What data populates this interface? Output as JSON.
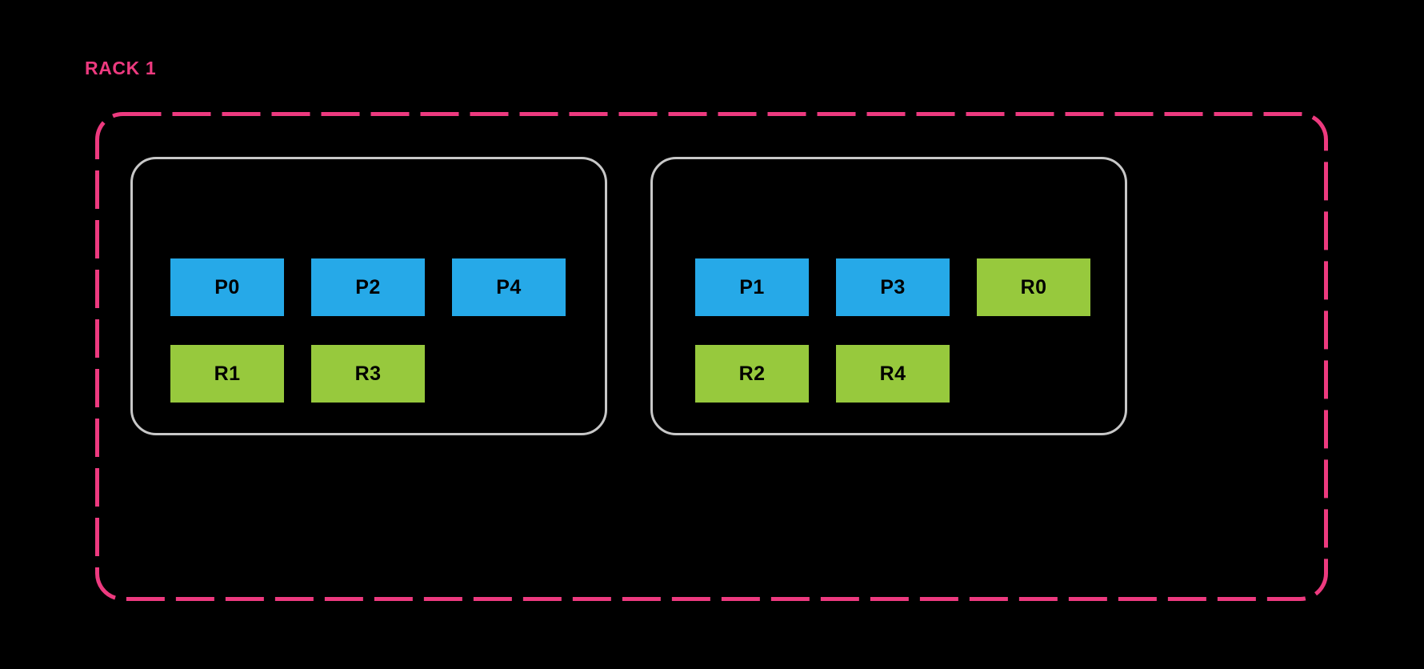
{
  "diagram": {
    "title": "RACK 1",
    "title_color": "#ED3A7F",
    "background_color": "#000000",
    "boundary": {
      "name": "rack-boundary",
      "style": "dashed",
      "color": "#ED3A7F",
      "stroke_width": 5,
      "dash_length": 48,
      "dash_gap": 14,
      "corner_radius": 34
    },
    "legend_colors": {
      "primary": "#26A9E8",
      "replica": "#97C93D",
      "node_border": "#C8C8C8"
    },
    "nodes": [
      {
        "id": "node-left",
        "rows": [
          {
            "kind": "primary",
            "chips": [
              {
                "label": "P0",
                "kind": "primary"
              },
              {
                "label": "P2",
                "kind": "primary"
              },
              {
                "label": "P4",
                "kind": "primary"
              }
            ]
          },
          {
            "kind": "replica",
            "chips": [
              {
                "label": "R1",
                "kind": "replica"
              },
              {
                "label": "R3",
                "kind": "replica"
              }
            ]
          }
        ]
      },
      {
        "id": "node-right",
        "rows": [
          {
            "kind": "mixed",
            "chips": [
              {
                "label": "P1",
                "kind": "primary"
              },
              {
                "label": "P3",
                "kind": "primary"
              },
              {
                "label": "R0",
                "kind": "replica"
              }
            ]
          },
          {
            "kind": "replica",
            "chips": [
              {
                "label": "R2",
                "kind": "replica"
              },
              {
                "label": "R4",
                "kind": "replica"
              }
            ]
          }
        ]
      }
    ]
  }
}
